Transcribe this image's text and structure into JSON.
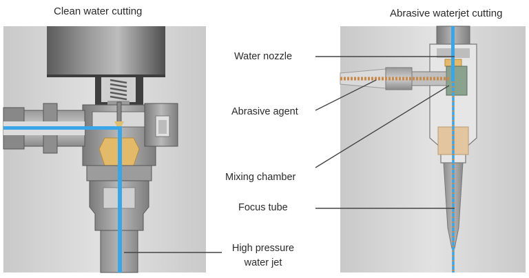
{
  "titles": {
    "left": "Clean water cutting",
    "right": "Abrasive waterjet cutting"
  },
  "labels": {
    "water_nozzle": "Water nozzle",
    "abrasive_agent": "Abrasive agent",
    "mixing_chamber": "Mixing chamber",
    "focus_tube": "Focus tube",
    "high_pressure_water_jet": "High pressure water jet"
  },
  "colors": {
    "water": "#3aa6e8",
    "abrasive": "#c98a4a",
    "nozzle_insert": "#e3b96a",
    "metal_light": "#cfcfcf",
    "metal_mid": "#a9a9a9",
    "metal_dark": "#6f6f6f",
    "panel_bg": "#d9d9d9",
    "leader_line": "#444444"
  }
}
